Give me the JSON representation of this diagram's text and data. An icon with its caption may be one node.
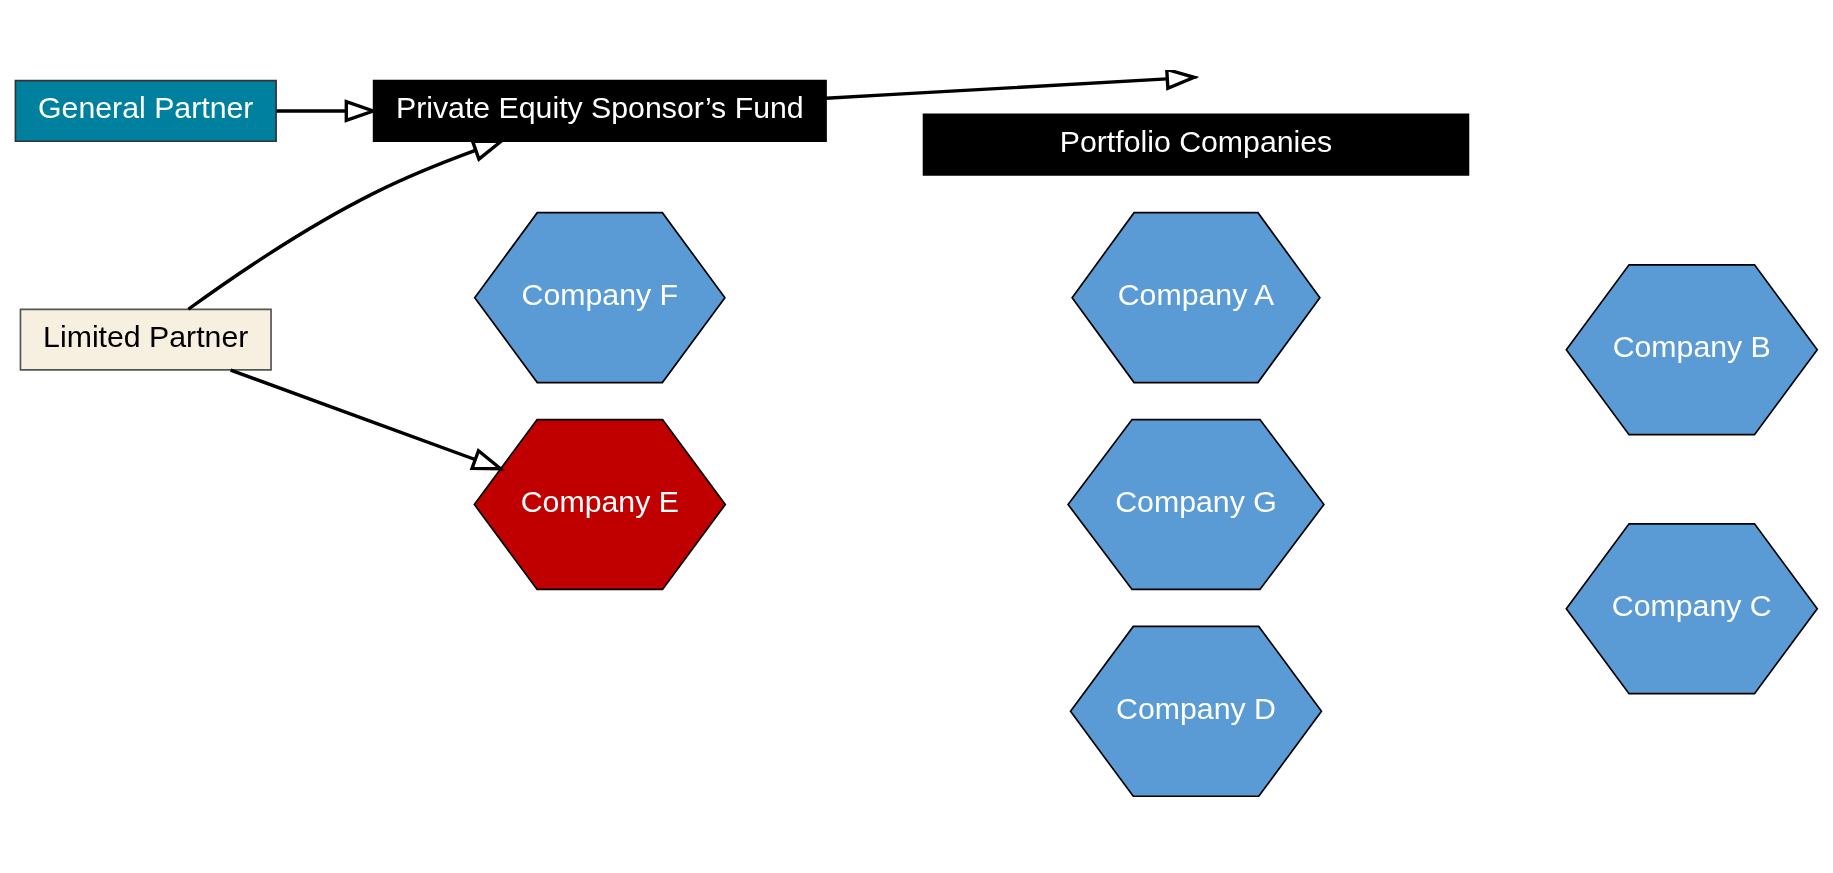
{
  "diagram": {
    "nodes": [
      {
        "text": [
          "General Partner"
        ]
      },
      {
        "text": [
          "Limited Partner"
        ]
      },
      {
        "text": [
          "Private Equity Sponsor’s Fund"
        ]
      },
      {
        "text": [
          "Portfolio Companies"
        ]
      },
      {
        "text": [
          "Company A"
        ]
      },
      {
        "text": [
          "Company F"
        ]
      },
      {
        "text": [
          "Company B"
        ]
      },
      {
        "text": [
          "Company G"
        ]
      },
      {
        "text": [
          "Company E"
        ]
      },
      {
        "text": [
          "Company C"
        ]
      },
      {
        "text": [
          "Company D"
        ]
      }
    ],
    "edges": [
      {
        "from": 0,
        "to": 2,
        "arrow": "to"
      },
      {
        "from": 1,
        "to": 2,
        "arrow": "to"
      },
      {
        "from": 2,
        "to": null,
        "arrow": "to"
      },
      {
        "from": 1,
        "to": 8,
        "arrow": "to"
      }
    ]
  }
}
